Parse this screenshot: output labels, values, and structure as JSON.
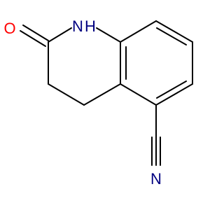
{
  "molecule": {
    "atoms": {
      "oxygen": {
        "label": "O",
        "color": "#ff0000"
      },
      "ring_nitrogen": {
        "label": "N",
        "color": "#000080"
      },
      "ring_nitrogen_hydrogen": {
        "label": "H",
        "color": "#000080"
      },
      "nitrile_nitrogen": {
        "label": "N",
        "color": "#000080"
      }
    },
    "bond_color": "#000000",
    "background": "#ffffff"
  }
}
